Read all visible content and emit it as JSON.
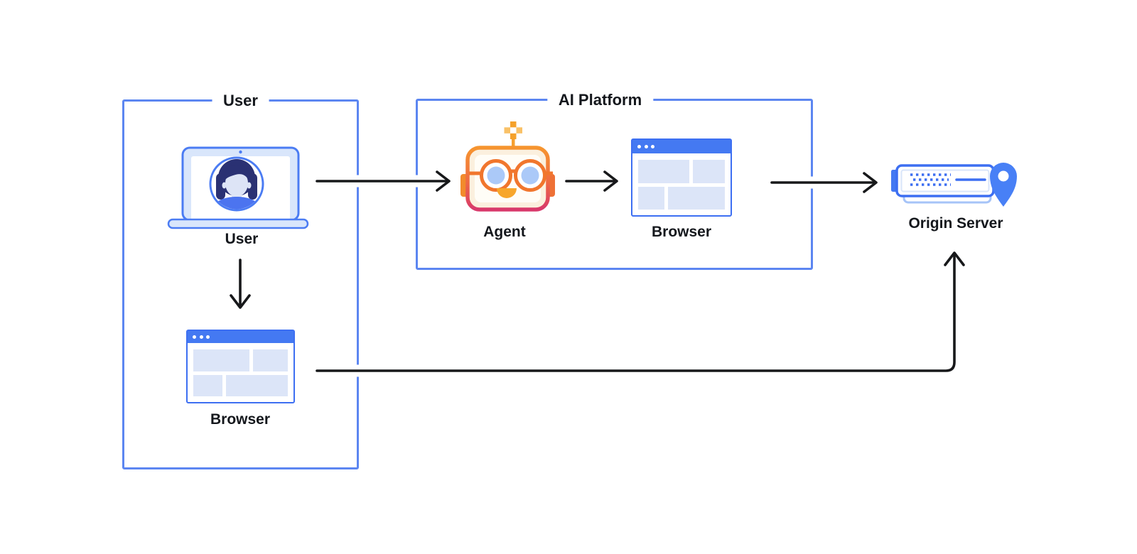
{
  "diagram": {
    "groups": [
      {
        "id": "user",
        "title": "User"
      },
      {
        "id": "ai-platform",
        "title": "AI Platform"
      }
    ],
    "nodes": [
      {
        "id": "user-laptop",
        "label": "User",
        "icon": "laptop-user-icon"
      },
      {
        "id": "user-browser",
        "label": "Browser",
        "icon": "browser-window-icon"
      },
      {
        "id": "agent",
        "label": "Agent",
        "icon": "robot-agent-icon"
      },
      {
        "id": "ai-browser",
        "label": "Browser",
        "icon": "browser-window-icon"
      },
      {
        "id": "origin-server",
        "label": "Origin Server",
        "icon": "server-location-icon"
      }
    ],
    "edges": [
      {
        "from": "user-laptop",
        "to": "agent"
      },
      {
        "from": "agent",
        "to": "ai-browser"
      },
      {
        "from": "ai-browser",
        "to": "origin-server"
      },
      {
        "from": "user-laptop",
        "to": "user-browser"
      },
      {
        "from": "user-browser",
        "to": "origin-server"
      }
    ],
    "colors": {
      "group_border": "#5c86f1",
      "window_titlebar": "#4479f2",
      "window_border": "#3d6ff2",
      "window_block": "#dce5f8",
      "laptop_blue": "#4b7cf3",
      "laptop_fill": "#d9e6fb",
      "avatar_hair": "#2a3173",
      "avatar_face": "#dde4f6",
      "avatar_shirt": "#4c74ef",
      "robot_orange": "#f6952f",
      "robot_pink": "#d8396b",
      "robot_face_fill": "#fbf0de",
      "robot_lens": "#abc9f8",
      "robot_mouth": "#f7a62b",
      "server_blue": "#3d6ff2",
      "server_back_border": "#a6c4f8",
      "pin_blue": "#4880f6",
      "arrow_black": "#17181a"
    }
  }
}
